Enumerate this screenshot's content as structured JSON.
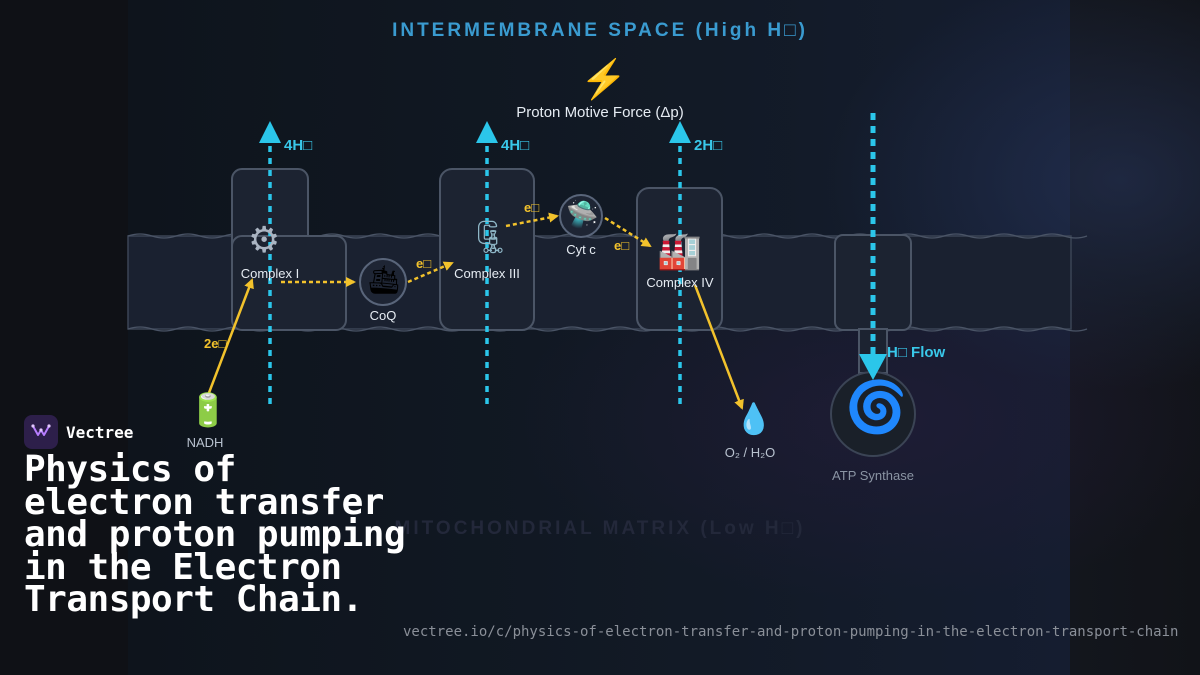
{
  "diagram": {
    "intermembrane_title": "INTERMEMBRANE SPACE (High H□)",
    "matrix_title": "MITOCHONDRIAL MATRIX (Low H□)",
    "pmf_label": "Proton Motive Force (Δp)",
    "pmf_icon": "lightning-icon",
    "complexes": [
      {
        "label": "Complex I",
        "icon": "gear-icon",
        "protons": "4H□"
      },
      {
        "label": "CoQ",
        "icon": "ship-icon"
      },
      {
        "label": "Complex III",
        "icon": "clamp-icon",
        "protons": "4H□"
      },
      {
        "label": "Cyt c",
        "icon": "ufo-icon"
      },
      {
        "label": "Complex IV",
        "icon": "factory-icon",
        "protons": "2H□"
      },
      {
        "label": "ATP Synthase",
        "icon": "cyclone-icon",
        "flow": "H□ Flow"
      }
    ],
    "electron_labels": [
      "2e□",
      "e□",
      "e□",
      "e□"
    ],
    "nadh_label": "NADH",
    "nadh_icon": "battery-icon",
    "water_label": "O₂ / H₂O",
    "water_icon": "droplet-icon",
    "colors": {
      "proton": "#2bc6ea",
      "electron": "#f2c22c",
      "membrane": "#1a2130",
      "region_title": "#3a9bd0"
    }
  },
  "overlay": {
    "brand": "Vectree",
    "headline": "Physics of electron transfer and proton pumping in the Electron Transport Chain.",
    "url": "vectree.io/c/physics-of-electron-transfer-and-proton-pumping-in-the-electron-transport-chain"
  }
}
